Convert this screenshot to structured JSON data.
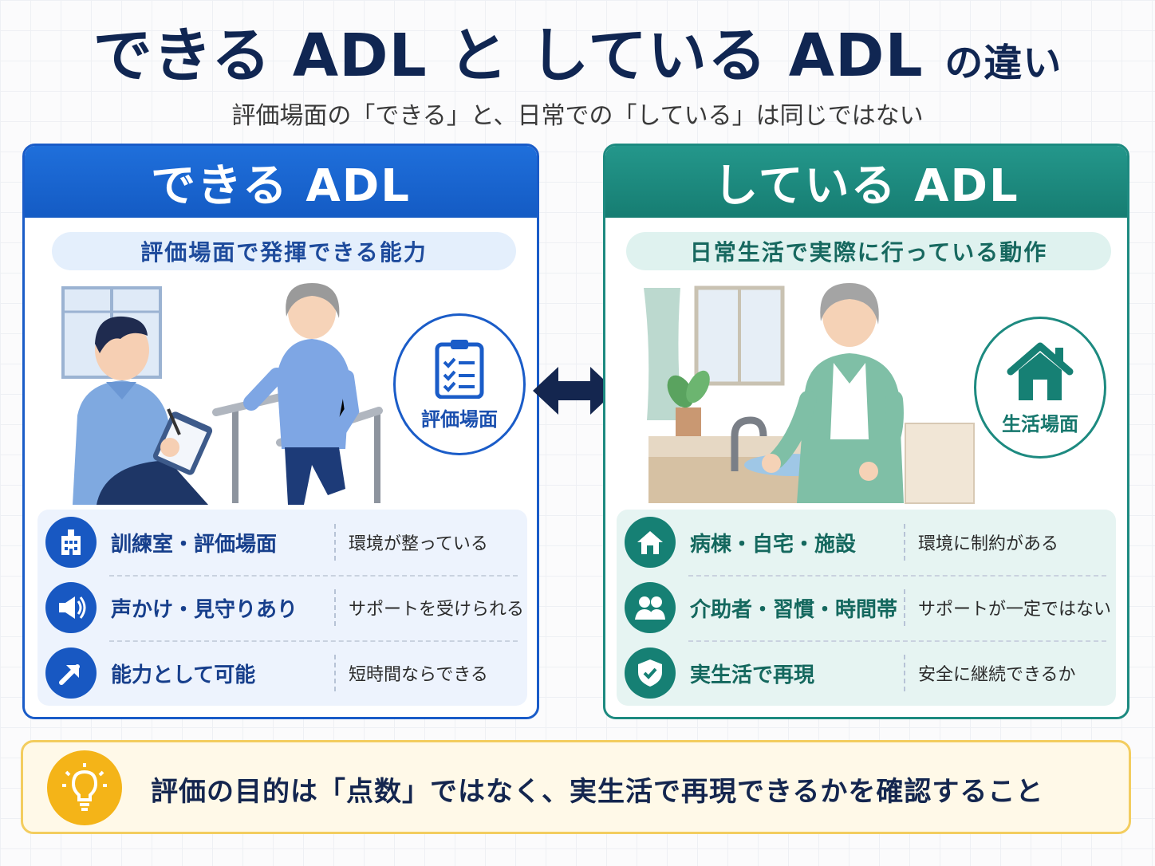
{
  "header": {
    "title_part1": "できる ADL と している ADL ",
    "title_part2": "の違い",
    "subtitle": "評価場面の「できる」と、日常での「している」は同じではない"
  },
  "left_panel": {
    "title": "できる ADL",
    "pill": "評価場面で発揮できる能力",
    "badge_label": "評価場面",
    "badge_icon": "clipboard-icon",
    "accent_color": "#1a5cc8",
    "rows": [
      {
        "icon": "hospital-icon",
        "main": "訓練室・評価場面",
        "sub": "環境が整っている"
      },
      {
        "icon": "megaphone-icon",
        "main": "声かけ・見守りあり",
        "sub": "サポートを受けられる"
      },
      {
        "icon": "arrow-up-right-icon",
        "main": "能力として可能",
        "sub": "短時間ならできる"
      }
    ]
  },
  "right_panel": {
    "title": "している ADL",
    "pill": "日常生活で実際に行っている動作",
    "badge_label": "生活場面",
    "badge_icon": "house-icon",
    "accent_color": "#1d8a80",
    "rows": [
      {
        "icon": "home-icon",
        "main": "病棟・自宅・施設",
        "sub": "環境に制約がある"
      },
      {
        "icon": "people-icon",
        "main": "介助者・習慣・時間帯",
        "sub": "サポートが一定ではない"
      },
      {
        "icon": "shield-check-icon",
        "main": "実生活で再現",
        "sub": "安全に継続できるか"
      }
    ]
  },
  "footer": {
    "icon": "lightbulb-icon",
    "message": "評価の目的は「点数」ではなく、実生活で再現できるかを確認すること",
    "accent_color": "#f4b418"
  }
}
